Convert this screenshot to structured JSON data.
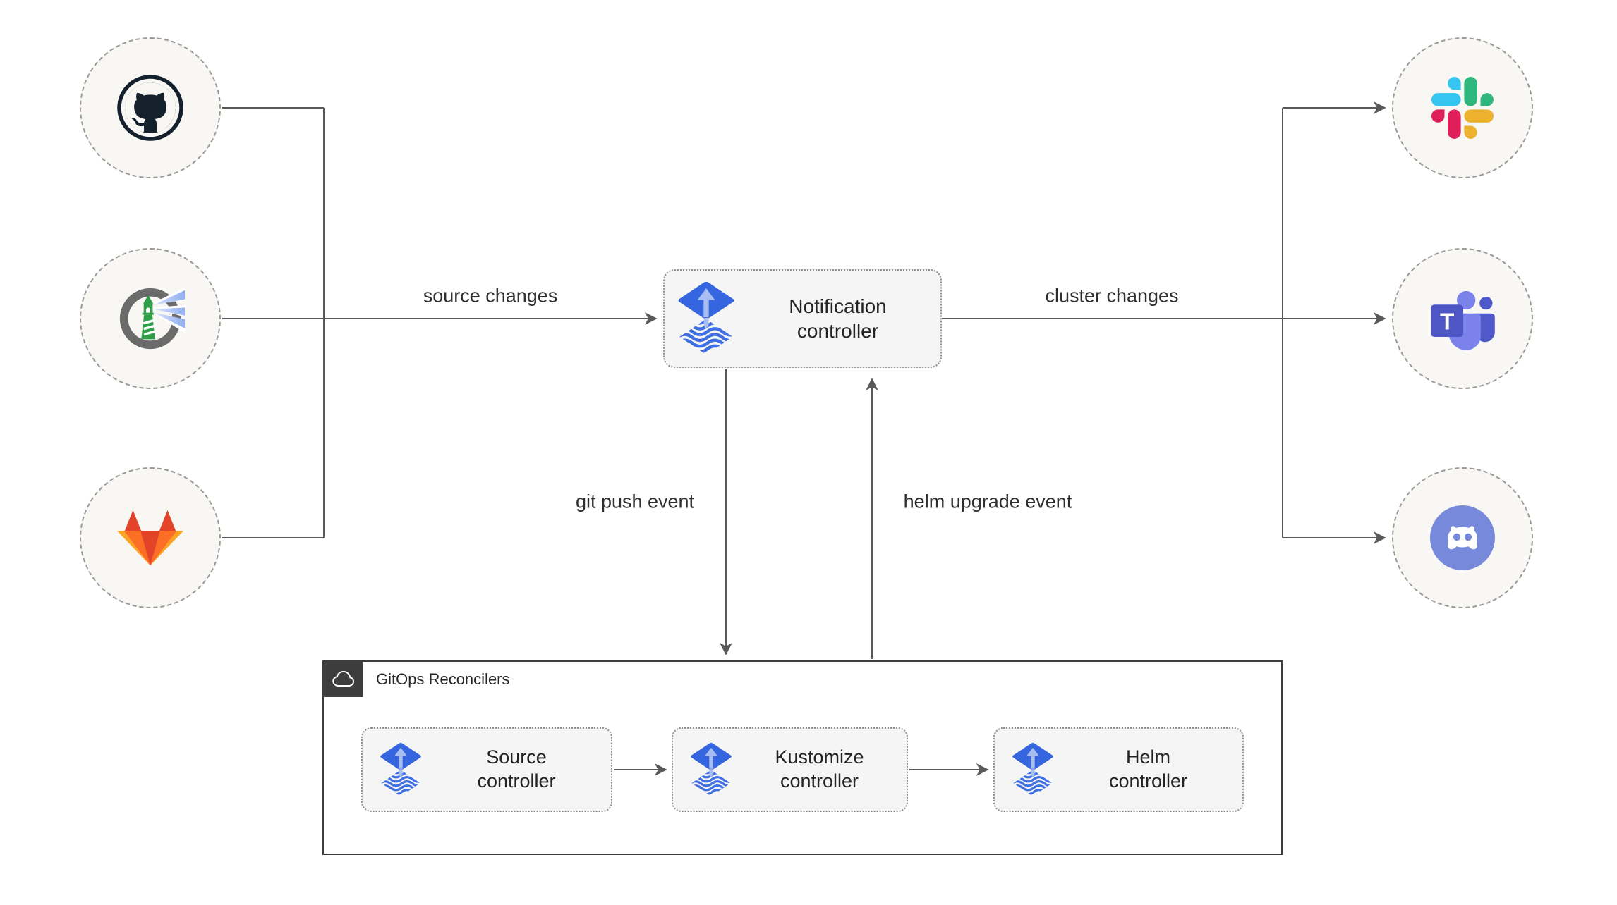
{
  "labels": {
    "notification_controller": "Notification controller",
    "source_controller": "Source controller",
    "kustomize_controller": "Kustomize controller",
    "helm_controller": "Helm controller",
    "gitops_container": "GitOps Reconcilers",
    "source_changes": "source changes",
    "cluster_changes": "cluster changes",
    "git_push_event": "git push event",
    "helm_upgrade_event": "helm upgrade event"
  },
  "icons": {
    "teams_letter": "T",
    "source_nodes": [
      "github-icon",
      "harbor-registry-icon",
      "gitlab-icon"
    ],
    "target_nodes": [
      "slack-icon",
      "microsoft-teams-icon",
      "discord-icon"
    ],
    "controller_icon": "flux-icon",
    "container_icon": "cloud-icon"
  },
  "colors": {
    "connector_line": "#595959",
    "node_background": "#f8f7f4",
    "node_border": "#9a9a9a",
    "box_background": "#f5f5f5",
    "box_border": "#8f8f8f",
    "container_border": "#3d3d3d",
    "text": "#242424",
    "flux_blue": "#3566df",
    "flux_arrow_light": "#a8bdf2",
    "github_navy": "#15202d",
    "gitlab_red": "#e24329",
    "gitlab_orange": "#fc6d26",
    "gitlab_yellow": "#fca326",
    "slack_blue": "#36C5F0",
    "slack_green": "#2EB67D",
    "slack_yellow": "#ECB22E",
    "slack_red": "#E01E5A",
    "teams_indigo": "#4E56C6",
    "teams_light": "#7B83EB",
    "teams_medium": "#5059C9",
    "discord_blurple": "#7789DA",
    "harbor_green": "#2E9E49",
    "harbor_ring_gray": "#6b6b6b"
  }
}
